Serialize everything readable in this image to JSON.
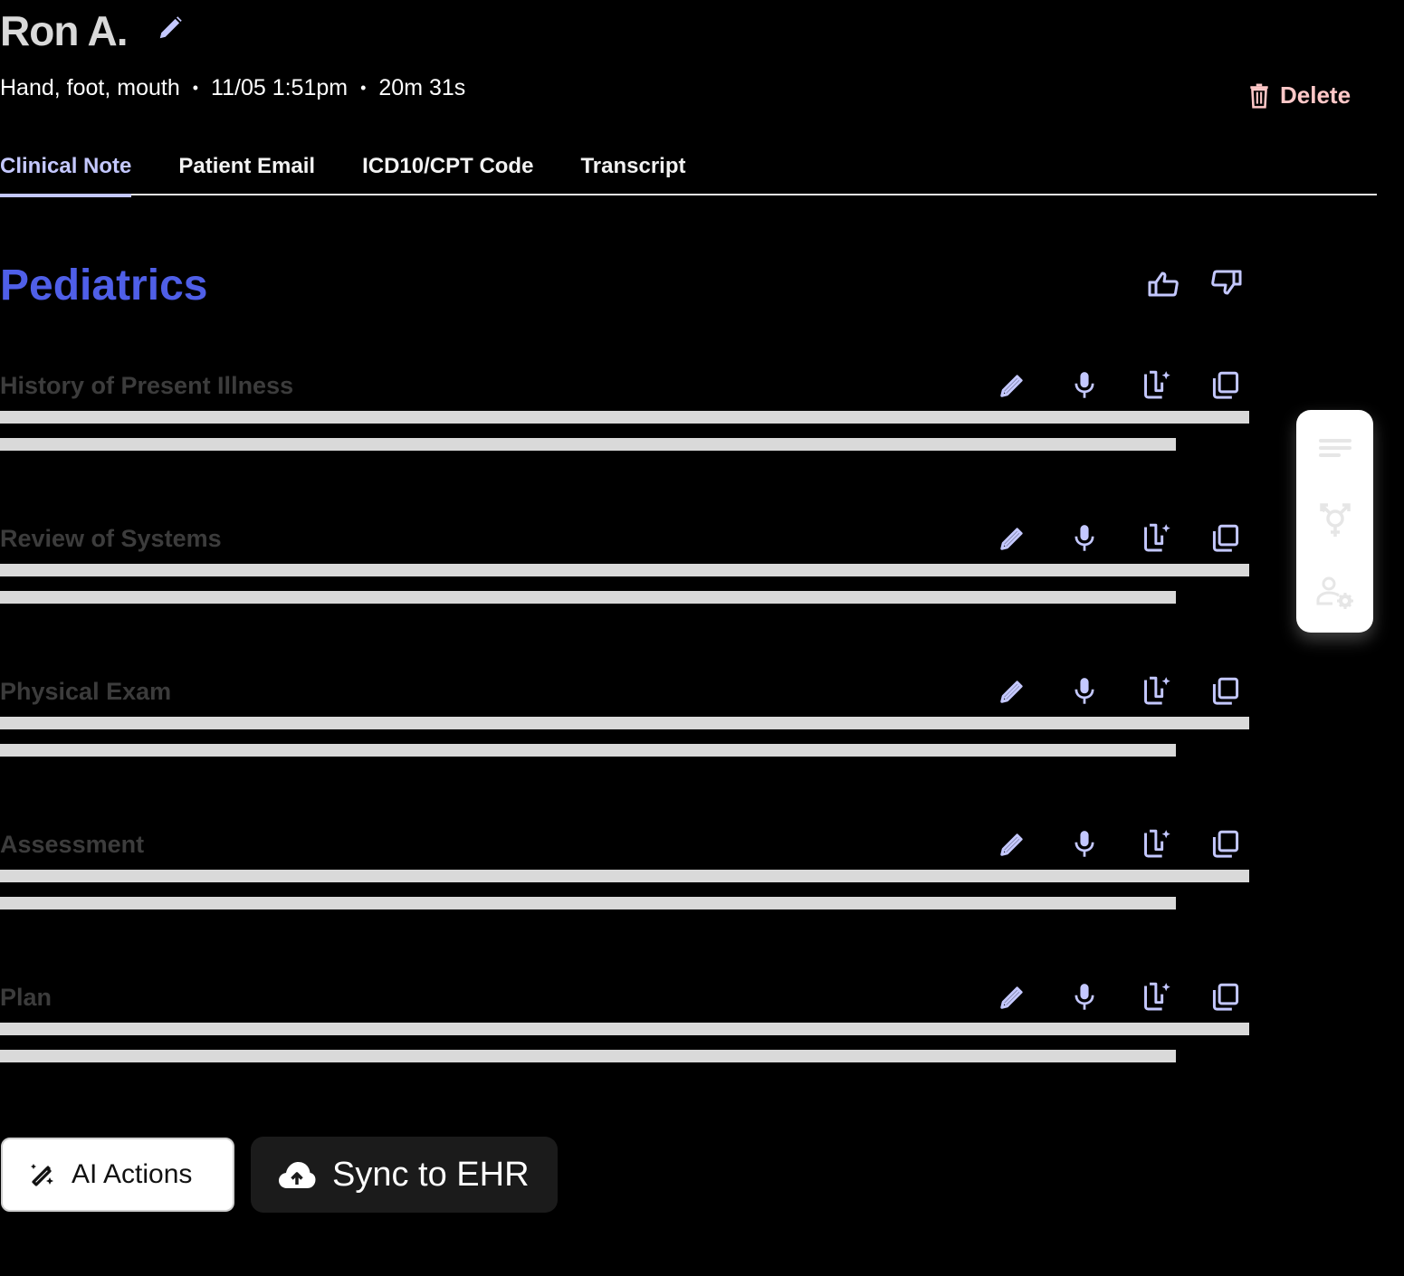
{
  "header": {
    "patient_name": "Ron A.",
    "reason": "Hand, foot, mouth",
    "datetime": "11/05 1:51pm",
    "duration": "20m 31s",
    "separator": "•",
    "delete_label": "Delete"
  },
  "tabs": [
    {
      "label": "Clinical Note",
      "active": true
    },
    {
      "label": "Patient Email",
      "active": false
    },
    {
      "label": "ICD10/CPT Code",
      "active": false
    },
    {
      "label": "Transcript",
      "active": false
    }
  ],
  "note": {
    "title": "Pediatrics",
    "sections": [
      {
        "title": "History of Present Illness"
      },
      {
        "title": "Review of Systems"
      },
      {
        "title": "Physical Exam"
      },
      {
        "title": "Assessment"
      },
      {
        "title": "Plan"
      }
    ],
    "section_icons": [
      "pencil-icon",
      "microphone-icon",
      "ai-insert-icon",
      "copy-icon"
    ]
  },
  "side_panel": {
    "icons": [
      "text-lines-icon",
      "gender-icon",
      "user-settings-icon"
    ]
  },
  "actions": {
    "ai_actions_label": "AI Actions",
    "sync_label": "Sync to EHR"
  },
  "colors": {
    "accent": "#c4c8ff",
    "title_blue": "#4f5fe8",
    "delete": "#ffc8c8",
    "placeholder_line": "#d9d9d9",
    "section_title": "#3c3c3c"
  }
}
